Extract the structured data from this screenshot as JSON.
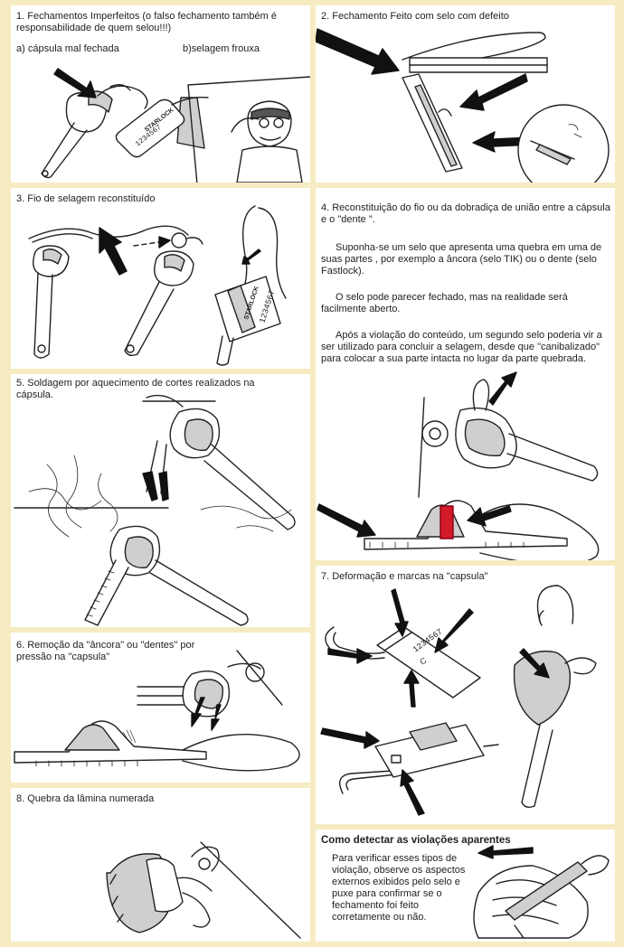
{
  "panels": {
    "p1": {
      "title": "1. Fechamentos Imperfeitos (o falso fechamento também é responsabilidade de quem selou!!!)",
      "sub_a": "a) cápsula mal fechada",
      "sub_b": "b)selagem frouxa"
    },
    "p2": {
      "title": "2. Fechamento Feito com selo com defeito"
    },
    "p3": {
      "title": "3. Fio de selagem reconstituído"
    },
    "p4": {
      "title": "4. Reconstituição do fio ou da dobradiça de união entre a cápsula e o \"dente \".",
      "para1": "Suponha-se um selo que apresenta uma quebra em uma de suas partes , por exemplo a âncora (selo TIK) ou o dente (selo Fastlock).",
      "para2": "O selo pode parecer fechado, mas na realidade será facilmente aberto.",
      "para3": "Após a violação do conteúdo, um segundo selo poderia vir a ser utilizado para concluir a selagem, desde que \"canibalizado\" para colocar a sua parte intacta no lugar da parte quebrada."
    },
    "p5": {
      "title": "5. Soldagem por aquecimento de cortes realizados na cápsula."
    },
    "p6": {
      "title": "6. Remoção da \"âncora\" ou \"dentes\" por pressão na \"capsula\""
    },
    "p7": {
      "title": "7. Deformação e marcas na \"capsula\""
    },
    "p8": {
      "title": "8. Quebra da lâmina numerada"
    },
    "p9": {
      "title": "Como detectar as violações aparentes",
      "body": "Para verificar esses tipos de violação, observe os aspectos externos exibidos pelo selo e puxe para confirmar se o fechamento foi feito corretamente ou não."
    }
  },
  "seal_labels": {
    "stamp_word": "STARLOCK",
    "number": "1234567",
    "tag_word": "STARLOCK",
    "tag_number": "1234567",
    "letter": "C"
  },
  "colors": {
    "page_background": "#f6ebc1",
    "panel_background": "#ffffff",
    "highlight_red": "#d11a2a"
  }
}
